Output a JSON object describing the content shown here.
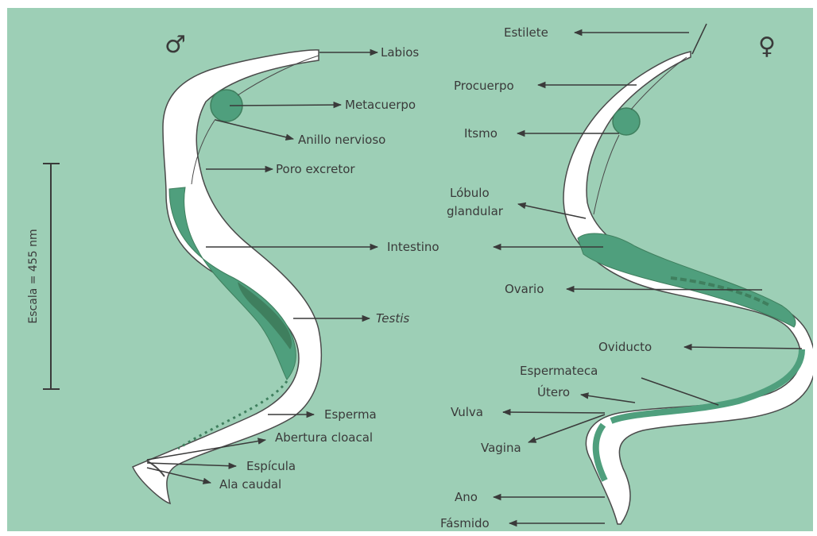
{
  "colors": {
    "background": "#9dcfb6",
    "body_outline": "#4a4a4a",
    "organ_fill": "#4f9f7d",
    "organ_dark": "#3f7f5e",
    "body_fill": "#ffffff",
    "text": "#3a3a3a"
  },
  "male": {
    "symbol": "♂",
    "labels": {
      "labios": "Labios",
      "metacuerpo": "Metacuerpo",
      "anillo": "Anillo nervioso",
      "poro": "Poro excretor",
      "intestino": "Intestino",
      "testis": "Testis",
      "esperma": "Esperma",
      "abertura": "Abertura cloacal",
      "espicula": "Espícula",
      "ala": "Ala caudal"
    }
  },
  "female": {
    "symbol": "♀",
    "labels": {
      "estilete": "Estilete",
      "procuerpo": "Procuerpo",
      "itsmo": "Itsmo",
      "lobulo1": "Lóbulo",
      "lobulo2": "glandular",
      "ovario": "Ovario",
      "oviducto": "Oviducto",
      "espermateca": "Espermateca",
      "utero": "Útero",
      "vulva": "Vulva",
      "vagina": "Vagina",
      "ano": "Ano",
      "fasmido": "Fásmido"
    }
  },
  "scale_label": "Escala = 455 nm"
}
